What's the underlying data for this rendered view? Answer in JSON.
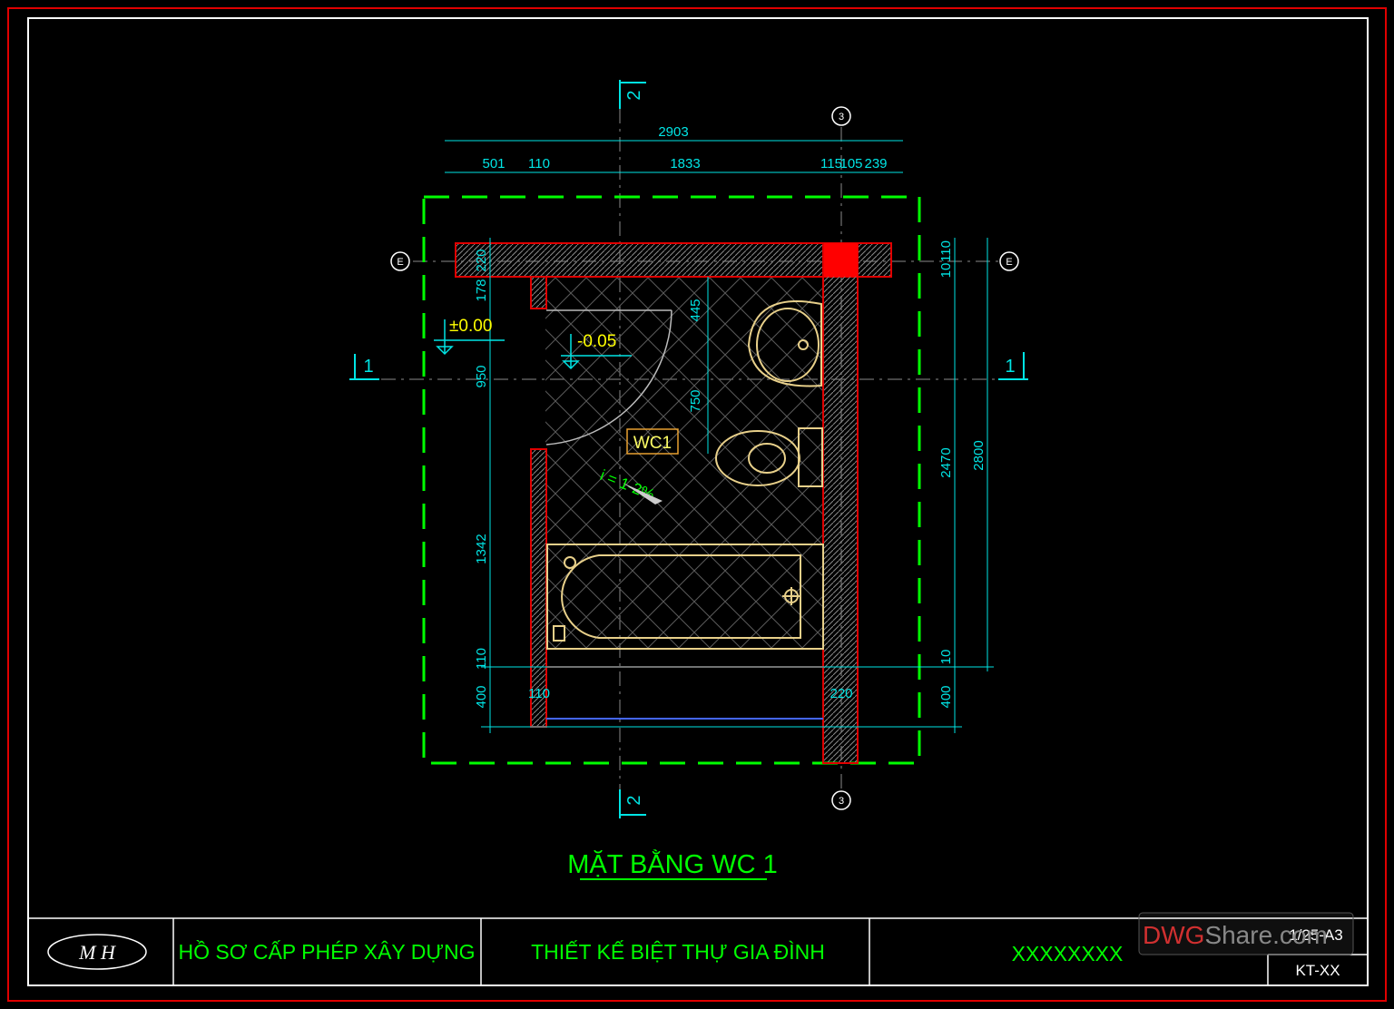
{
  "plan": {
    "title": "MẶT BẰNG WC 1",
    "room_label": "WC1",
    "level_main": "±0.00",
    "level_wc": "-0.05",
    "slope": "i = 1-2%",
    "section_1": "1",
    "section_2": "2",
    "axis_3": "3",
    "axis_e": "E",
    "dims_top": {
      "overall": "2903",
      "d1": "501",
      "d2": "110",
      "d3": "1833",
      "d4": "115",
      "d5": "105",
      "d6": "239"
    },
    "dims_left": {
      "d1": "220",
      "d2": "178",
      "d3": "950",
      "d4": "1342",
      "d5": "110",
      "d6": "400"
    },
    "dims_right": {
      "d1": "110",
      "d2": "10",
      "d3": "2470",
      "d4": "2800",
      "d5": "10",
      "d6": "400"
    },
    "dims_inner": {
      "d1": "445",
      "d2": "750",
      "d3": "110",
      "d4": "220"
    }
  },
  "title_block": {
    "logo": "M H",
    "cell1": "HỒ SƠ CẤP PHÉP XÂY DỰNG",
    "cell2": "THIẾT KẾ BIỆT THỰ GIA ĐÌNH",
    "cell3": "XXXXXXXX",
    "scale": "1/25-A3",
    "sheet_no": "KT-XX"
  },
  "watermark": {
    "part1": "DWG",
    "part2": "Share",
    "part3": ".com"
  }
}
